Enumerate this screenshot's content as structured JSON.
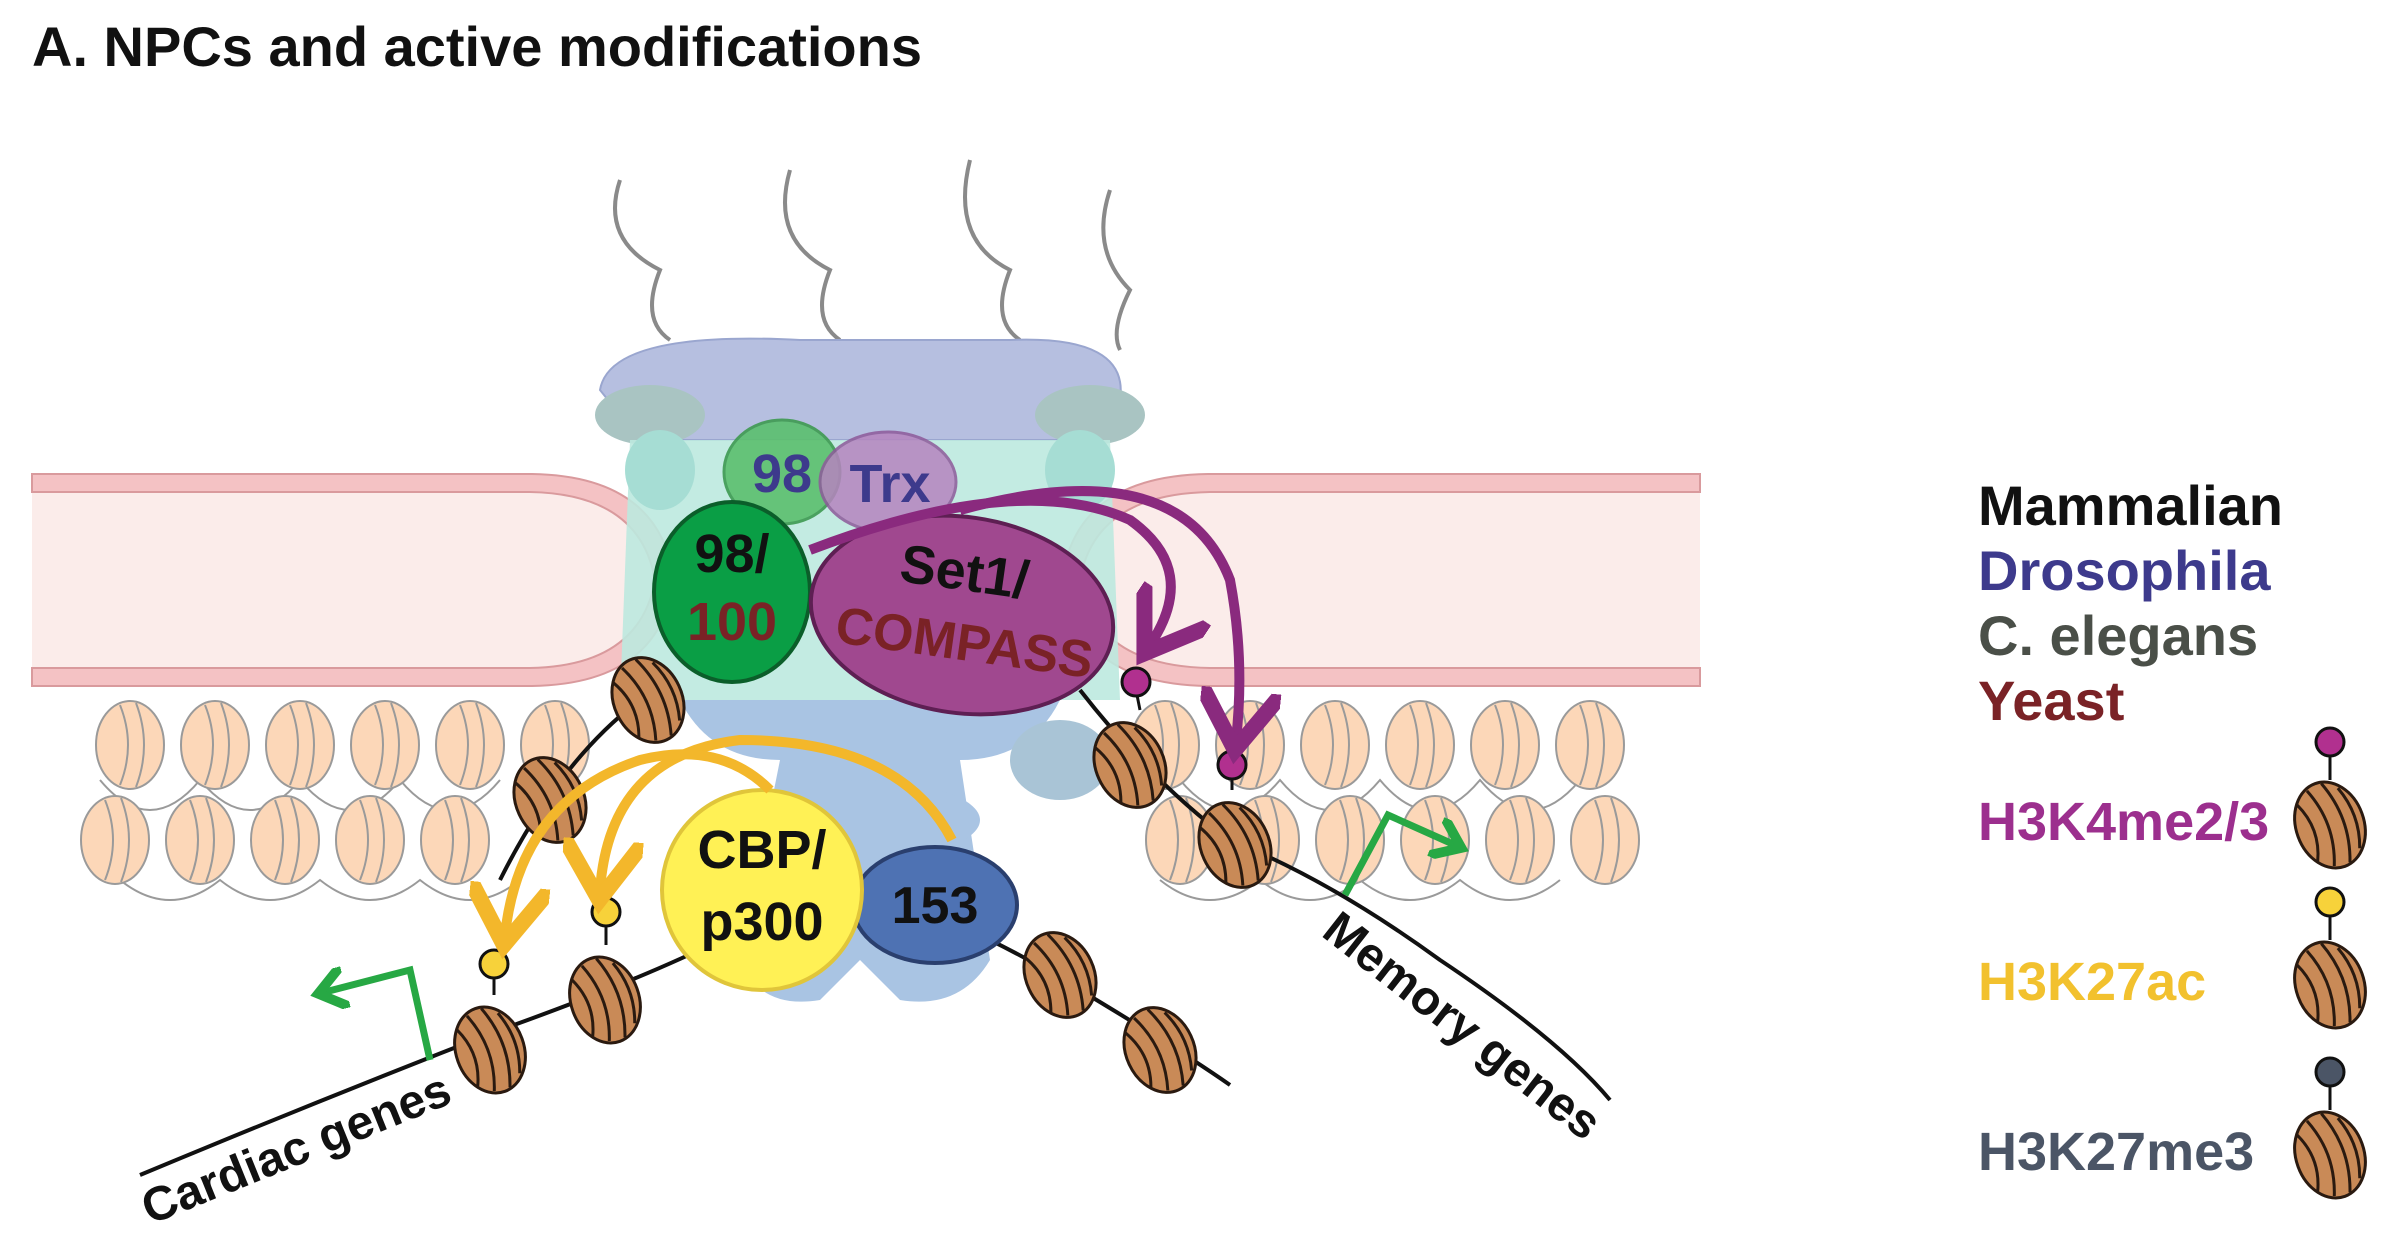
{
  "title": "A. NPCs and active modifications",
  "proteins": {
    "nup98_top": "98",
    "trx": "Trx",
    "nup98_line1": "98/",
    "nup100_line2": "100",
    "set1_line1": "Set1/",
    "compass_line2": "COMPASS",
    "cbp_line1": "CBP/",
    "p300_line2": "p300",
    "nup153": "153"
  },
  "gene_labels": {
    "cardiac": "Cardiac genes",
    "memory": "Memory genes"
  },
  "legend": {
    "organisms": [
      {
        "label": "Mammalian",
        "color": "#111111"
      },
      {
        "label": "Drosophila",
        "color": "#3d3a8c"
      },
      {
        "label": "C. elegans",
        "color": "#4a4f48"
      },
      {
        "label": "Yeast",
        "color": "#7a2226"
      }
    ],
    "marks": [
      {
        "label": "H3K4me2/3",
        "color": "#9c2f8e"
      },
      {
        "label": "H3K27ac",
        "color": "#f2c12e"
      },
      {
        "label": "H3K27me3",
        "color": "#4b5566"
      }
    ]
  },
  "colors": {
    "nucleosome": "#c98a57",
    "membrane": "#f4c2c4",
    "nup_green": "#1ea64b",
    "compass_purple": "#a0488f",
    "cbp_yellow": "#fff155",
    "nup153_blue": "#4e72b3",
    "arrow_purple": "#8a2a7e",
    "arrow_yellow": "#f3b72b",
    "tss_green": "#27a844"
  }
}
